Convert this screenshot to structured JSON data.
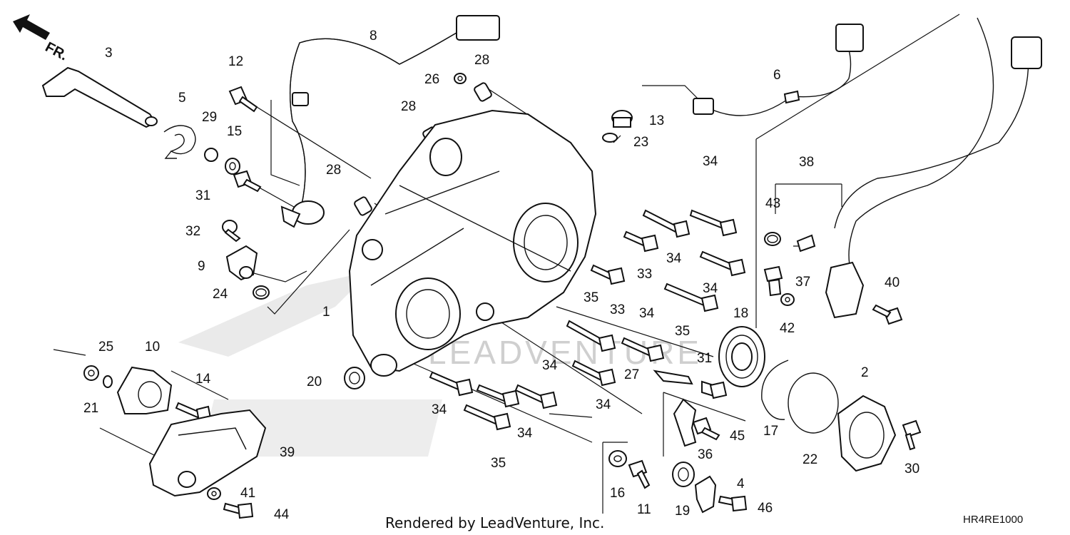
{
  "diagram": {
    "direction_label": "FR.",
    "footer": "Rendered by LeadVenture, Inc.",
    "code": "HR4RE1000",
    "watermark": "LEADVENTURE",
    "callouts": [
      {
        "id": "c3",
        "text": "3"
      },
      {
        "id": "c5",
        "text": "5"
      },
      {
        "id": "c29",
        "text": "29"
      },
      {
        "id": "c15",
        "text": "15"
      },
      {
        "id": "c12",
        "text": "12"
      },
      {
        "id": "c8",
        "text": "8"
      },
      {
        "id": "c28a",
        "text": "28"
      },
      {
        "id": "c26",
        "text": "26"
      },
      {
        "id": "c28b",
        "text": "28"
      },
      {
        "id": "c28c",
        "text": "28"
      },
      {
        "id": "c31a",
        "text": "31"
      },
      {
        "id": "c32",
        "text": "32"
      },
      {
        "id": "c9",
        "text": "9"
      },
      {
        "id": "c24",
        "text": "24"
      },
      {
        "id": "c1",
        "text": "1"
      },
      {
        "id": "c13",
        "text": "13"
      },
      {
        "id": "c23",
        "text": "23"
      },
      {
        "id": "c6",
        "text": "6"
      },
      {
        "id": "c34a",
        "text": "34"
      },
      {
        "id": "c34b",
        "text": "34"
      },
      {
        "id": "c33a",
        "text": "33"
      },
      {
        "id": "c34c",
        "text": "34"
      },
      {
        "id": "c33b",
        "text": "33"
      },
      {
        "id": "c35a",
        "text": "35"
      },
      {
        "id": "c34d",
        "text": "34"
      },
      {
        "id": "c35b",
        "text": "35"
      },
      {
        "id": "c38",
        "text": "38"
      },
      {
        "id": "c43",
        "text": "43"
      },
      {
        "id": "c37",
        "text": "37"
      },
      {
        "id": "c42",
        "text": "42"
      },
      {
        "id": "c40",
        "text": "40"
      },
      {
        "id": "c18",
        "text": "18"
      },
      {
        "id": "c31b",
        "text": "31"
      },
      {
        "id": "c27",
        "text": "27"
      },
      {
        "id": "c34e",
        "text": "34"
      },
      {
        "id": "c34f",
        "text": "34"
      },
      {
        "id": "c34g",
        "text": "34"
      },
      {
        "id": "c34h",
        "text": "34"
      },
      {
        "id": "c35c",
        "text": "35"
      },
      {
        "id": "c20",
        "text": "20"
      },
      {
        "id": "c25",
        "text": "25"
      },
      {
        "id": "c10",
        "text": "10"
      },
      {
        "id": "c21",
        "text": "21"
      },
      {
        "id": "c14",
        "text": "14"
      },
      {
        "id": "c39",
        "text": "39"
      },
      {
        "id": "c41",
        "text": "41"
      },
      {
        "id": "c44",
        "text": "44"
      },
      {
        "id": "c45",
        "text": "45"
      },
      {
        "id": "c36",
        "text": "36"
      },
      {
        "id": "c17",
        "text": "17"
      },
      {
        "id": "c22",
        "text": "22"
      },
      {
        "id": "c2",
        "text": "2"
      },
      {
        "id": "c30",
        "text": "30"
      },
      {
        "id": "c16",
        "text": "16"
      },
      {
        "id": "c11",
        "text": "11"
      },
      {
        "id": "c19",
        "text": "19"
      },
      {
        "id": "c4",
        "text": "4"
      },
      {
        "id": "c46",
        "text": "46"
      }
    ]
  }
}
